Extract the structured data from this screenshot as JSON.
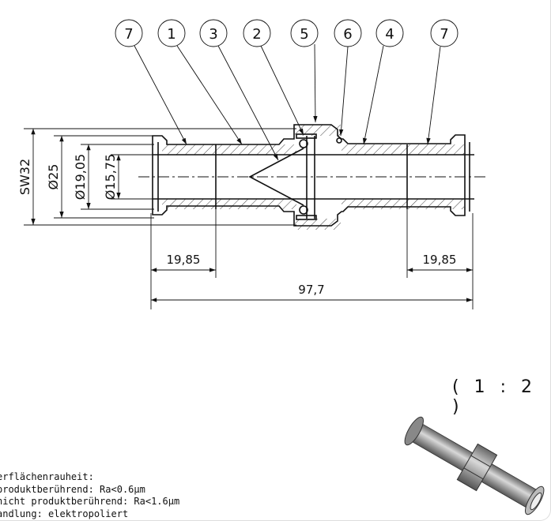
{
  "balloons": [
    "7",
    "1",
    "3",
    "2",
    "5",
    "6",
    "4",
    "7"
  ],
  "dimensions": {
    "sw": "SW32",
    "d25": "Ø25",
    "d1905": "Ø19,05",
    "d1575": "Ø15,75",
    "left_len": "19,85",
    "right_len": "19,85",
    "total_len": "97,7"
  },
  "scale": "( 1 : 2 )",
  "notes": [
    "erflächenrauheit:",
    "produktberührend: Ra<0.6μm",
    "nicht produktberührend: Ra<1.6μm",
    "andlung: elektropoliert"
  ]
}
